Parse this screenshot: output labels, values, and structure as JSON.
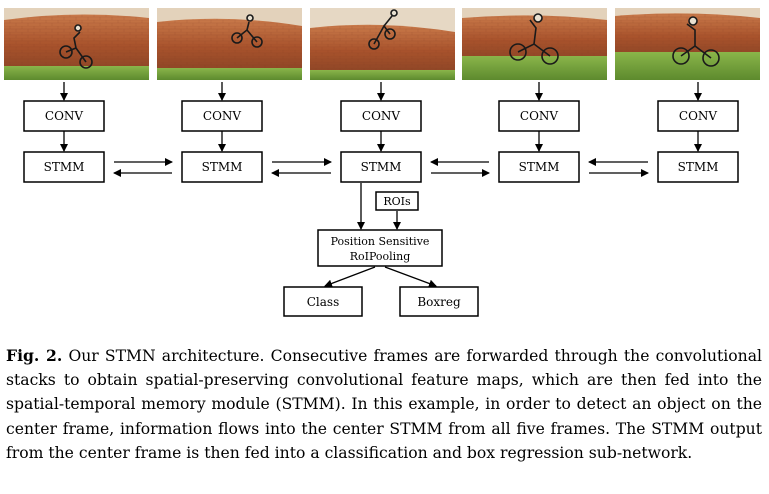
{
  "frames": [
    {
      "image": "bmx-rider-frame-1",
      "conv": "CONV",
      "stmm": "STMM"
    },
    {
      "image": "bmx-rider-frame-2",
      "conv": "CONV",
      "stmm": "STMM"
    },
    {
      "image": "bmx-rider-frame-3",
      "conv": "CONV",
      "stmm": "STMM"
    },
    {
      "image": "bmx-rider-frame-4",
      "conv": "CONV",
      "stmm": "STMM"
    },
    {
      "image": "bmx-rider-frame-5",
      "conv": "CONV",
      "stmm": "STMM"
    }
  ],
  "rois": "ROIs",
  "pooling": {
    "line1": "Position Sensitive",
    "line2": "RoIPooling"
  },
  "outputs": {
    "class": "Class",
    "boxreg": "Boxreg"
  },
  "colors": {
    "brick": "#b8623a",
    "grass": "#6f9e3a",
    "sky": "#e8d9c4",
    "line": "#000000"
  },
  "caption": {
    "label": "Fig. 2.",
    "text": " Our STMN architecture. Consecutive frames are forwarded through the convolutional stacks to obtain spatial-preserving convolutional feature maps, which are then fed into the spatial-temporal memory module (STMM). In this example, in order to detect an object on the center frame, information flows into the center STMM from all five frames. The STMM output from the center frame is then fed into a classification and box regression sub-network."
  }
}
